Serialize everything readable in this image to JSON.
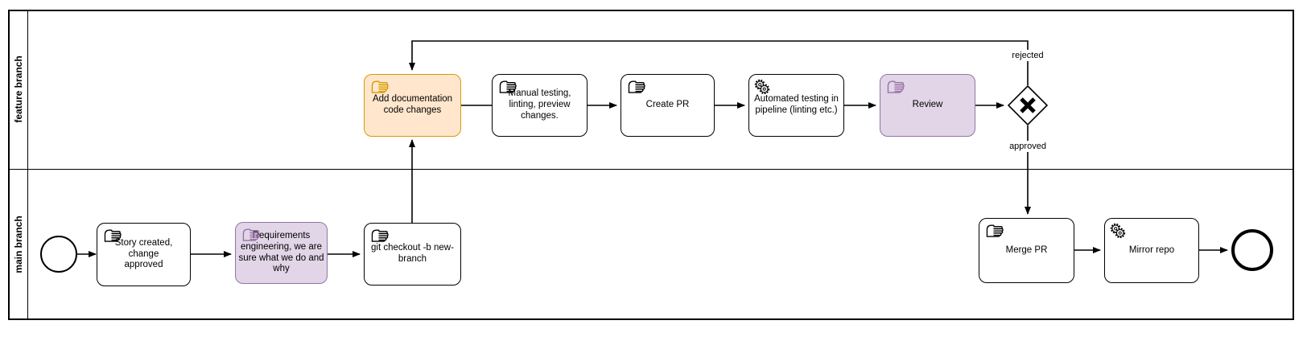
{
  "diagram_type": "BPMN process diagram",
  "lanes": [
    {
      "id": "feature-branch",
      "label": "feature branch"
    },
    {
      "id": "main-branch",
      "label": "main branch"
    }
  ],
  "tasks": {
    "add_documentation": {
      "label": "Add documentation\ncode changes",
      "type": "manual-task",
      "highlight": "#ffe6cc"
    },
    "manual_testing": {
      "label": "Manual testing,\nlinting, preview\nchanges.",
      "type": "manual-task"
    },
    "create_pr": {
      "label": "Create PR",
      "type": "manual-task"
    },
    "automated_testing": {
      "label": "Automated testing in\npipeline (linting etc.)",
      "type": "service-task"
    },
    "review": {
      "label": "Review",
      "type": "manual-task",
      "highlight": "#e1d5e7"
    },
    "story_created": {
      "label": "Story created, change\napproved",
      "type": "manual-task"
    },
    "requirements": {
      "label": "Requirements\nengineering, we are\nsure what we do and\nwhy",
      "type": "manual-task",
      "highlight": "#e1d5e7"
    },
    "git_checkout": {
      "label": "git checkout -b new-\nbranch",
      "type": "manual-task"
    },
    "merge_pr": {
      "label": "Merge PR",
      "type": "manual-task"
    },
    "mirror_repo": {
      "label": "Mirror repo",
      "type": "service-task"
    }
  },
  "gateway": {
    "type": "exclusive-gateway-x"
  },
  "events": {
    "start": "start-event",
    "end": "end-event"
  },
  "edge_labels": {
    "rejected": "rejected",
    "approved": "approved"
  },
  "icons": {
    "manual_task": "hand-icon",
    "service_task": "gears-icon",
    "gateway_marker": "x-marker-icon"
  },
  "colors": {
    "orange_fill": "#ffe6cc",
    "orange_stroke": "#d79b00",
    "purple_fill": "#e1d5e7",
    "purple_stroke": "#9673a6",
    "line": "#000000",
    "background": "#ffffff"
  }
}
